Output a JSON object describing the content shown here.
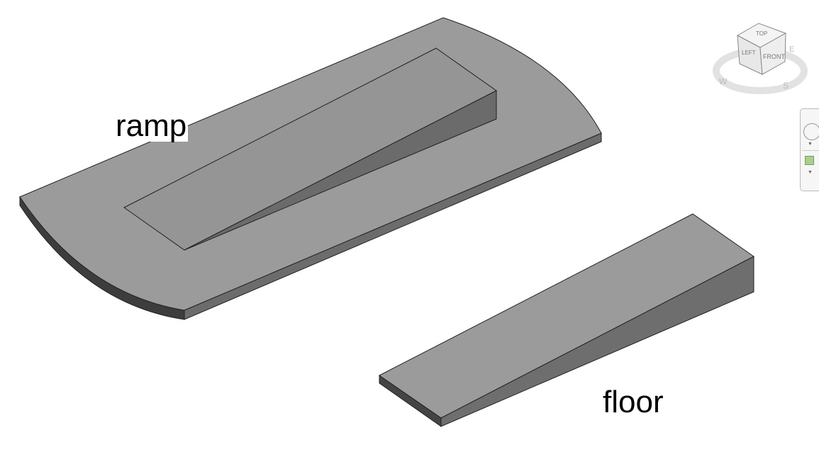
{
  "viewport": {
    "labels": {
      "ramp": "ramp",
      "floor": "floor"
    },
    "colors": {
      "top": "#9a9a9a",
      "side": "#6e6e6e",
      "edge": "#3a3a3a",
      "dark": "#333333"
    }
  },
  "viewcube": {
    "faces": {
      "top": "TOP",
      "left": "LEFT",
      "front": "FRONT"
    },
    "compass": {
      "w": "W",
      "s": "S",
      "e": "E"
    }
  },
  "navbar": {
    "tools": [
      {
        "name": "steering-wheel",
        "icon": "steering-wheel-icon"
      },
      {
        "name": "zoom-region",
        "icon": "zoom-region-icon"
      }
    ]
  }
}
